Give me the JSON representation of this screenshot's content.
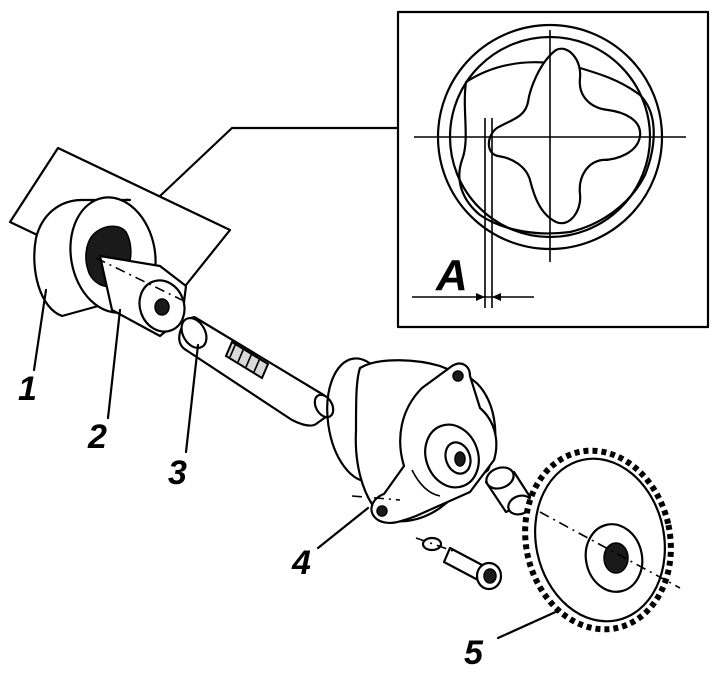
{
  "labels": {
    "part1": "1",
    "part2": "2",
    "part3": "3",
    "part4": "4",
    "part5": "5",
    "detail": "A"
  },
  "colors": {
    "ink": "#000000",
    "paper": "#ffffff",
    "shading": "#d9d9d9"
  }
}
